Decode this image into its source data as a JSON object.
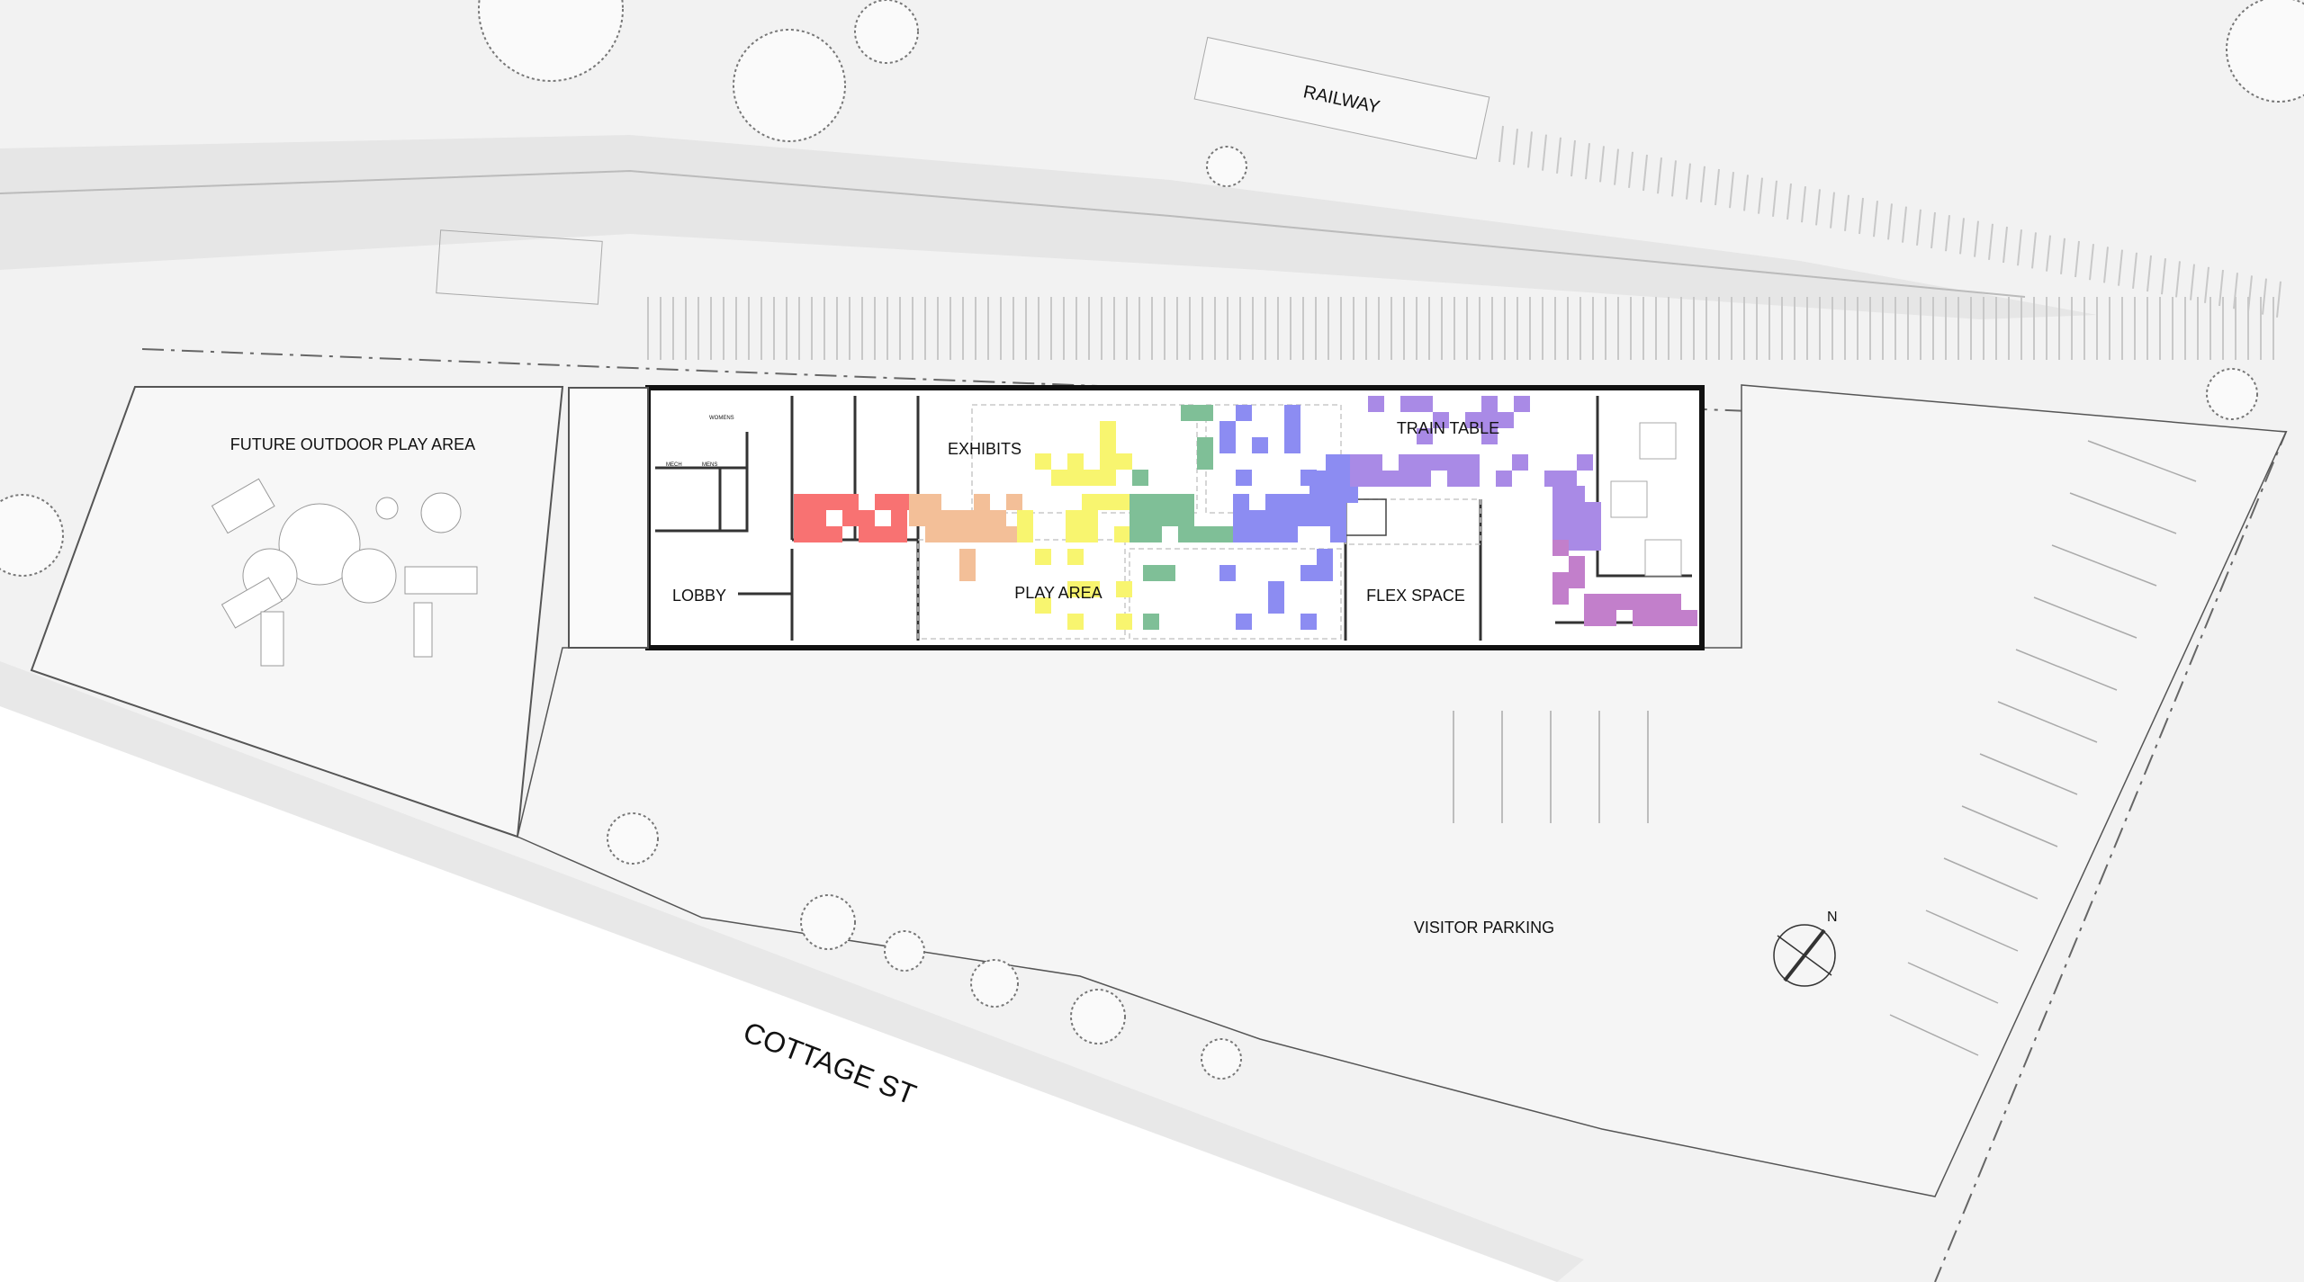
{
  "plan": {
    "labels": {
      "railway": "RAILWAY",
      "outdoor_play": "FUTURE OUTDOOR PLAY AREA",
      "lobby": "LOBBY",
      "exhibits": "EXHIBITS",
      "play_area": "PLAY AREA",
      "train_table": "TRAIN TABLE",
      "flex_space": "FLEX SPACE",
      "visitor_parking": "VISITOR PARKING",
      "cottage_st": "COTTAGE ST",
      "north": "N",
      "womens": "WOMENS",
      "mens": "MENS",
      "mech": "MECH"
    },
    "tile_colors": {
      "red": "#f87272",
      "peach": "#f3bf98",
      "yellow": "#f8f56f",
      "green": "#7fbf97",
      "blue": "#8c8cf2",
      "purple": "#a98ae6",
      "magenta": "#c27fcb"
    },
    "colors": {
      "ground": "#f2f2f2",
      "street": "#ffffff",
      "rail_band": "#e4e4e4",
      "wall": "#111111"
    }
  }
}
